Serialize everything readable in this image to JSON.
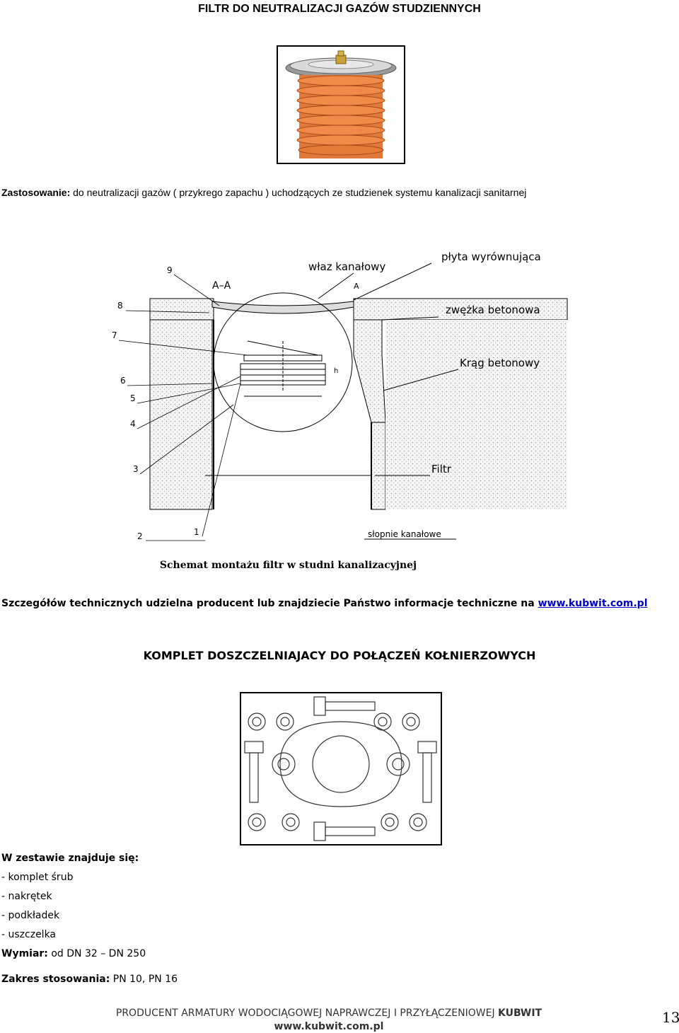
{
  "header": {
    "title": "FILTR DO NEUTRALIZACJI GAZÓW STUDZIENNYCH"
  },
  "usage": {
    "label": "Zastosowanie:",
    "text": " do neutralizacji gazów ( przykrego zapachu ) uchodzących ze studzienek systemu kanalizacji  sanitarnej"
  },
  "schematic": {
    "section_label": "A–A",
    "section_mark": "A",
    "labels": {
      "manhole": "właz  kanałowy",
      "plate": "płyta  wyrównująca",
      "reducer": "zwężka     betonowa",
      "ring": "Krąg  betonowy",
      "filter": "Filtr",
      "steps": "słopnie  kanałowe"
    },
    "numbers": [
      "9",
      "8",
      "7",
      "6",
      "5",
      "4",
      "3",
      "2",
      "1"
    ],
    "h": "h"
  },
  "caption": "Schemat montażu filtr w studni kanalizacyjnej",
  "details": {
    "text": "Szczegółów technicznych udzielna producent lub znajdziecie Państwo informacje techniczne na ",
    "link": "www.kubwit.com.pl"
  },
  "section2": {
    "title": "KOMPLET DOSZCZELNIAJACY DO POŁĄCZEŃ KOŁNIERZOWYCH"
  },
  "kit": {
    "heading": "W zestawie znajduje się:",
    "items": [
      "- komplet śrub",
      "- nakrętek",
      "- podkładek",
      "- uszczelka"
    ]
  },
  "dims": {
    "label": "Wymiar:",
    "value": " od DN 32 – DN 250"
  },
  "scope": {
    "label": "Zakres stosowania:",
    "value": " PN 10,  PN 16"
  },
  "footer": {
    "text": "PRODUCENT ARMATURY WODOCIĄGOWEJ NAPRAWCZEJ I PRZYŁĄCZENIOWEJ ",
    "brand": "KUBWIT",
    "url": "www.kubwit.com.pl",
    "page": "13"
  }
}
